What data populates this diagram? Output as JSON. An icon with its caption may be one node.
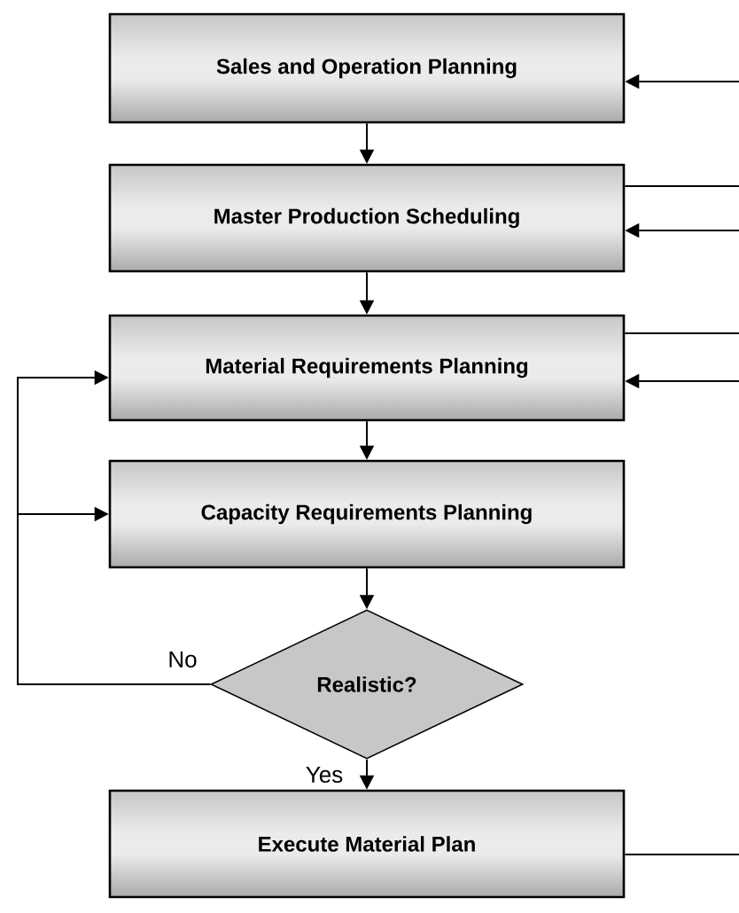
{
  "diagram": {
    "nodes": [
      {
        "text": [
          "Sales and Operation Planning"
        ]
      },
      {
        "text": [
          "Master Production Scheduling"
        ]
      },
      {
        "text": [
          "Material Requirements Planning"
        ]
      },
      {
        "text": [
          "Capacity Requirements Planning"
        ]
      },
      {
        "text": [
          "Realistic?"
        ]
      },
      {
        "text": [
          "Execute Material Plan"
        ]
      }
    ],
    "edges": [
      {
        "from": 0,
        "to": 1,
        "arrow": "to"
      },
      {
        "from": 1,
        "to": 2,
        "arrow": "to"
      },
      {
        "from": 2,
        "to": 3,
        "arrow": "to"
      },
      {
        "from": 3,
        "to": 4,
        "arrow": "to"
      },
      {
        "from": 4,
        "to": 5,
        "arrow": "to",
        "label": "Yes"
      },
      {
        "from": 4,
        "to": 2,
        "arrow": "to",
        "label": "No"
      },
      {
        "from": 4,
        "to": 3,
        "arrow": "to"
      },
      {
        "from": null,
        "to": 0,
        "arrow": "to"
      },
      {
        "from": 1,
        "to": null,
        "arrow": "none"
      },
      {
        "from": null,
        "to": 1,
        "arrow": "to"
      },
      {
        "from": 2,
        "to": null,
        "arrow": "none"
      },
      {
        "from": null,
        "to": 2,
        "arrow": "to"
      },
      {
        "from": 5,
        "to": null,
        "arrow": "none"
      }
    ]
  }
}
